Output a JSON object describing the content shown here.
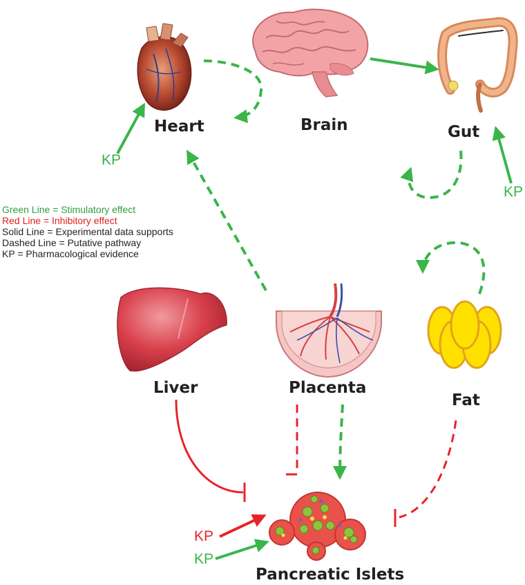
{
  "organs": {
    "heart": "Heart",
    "brain": "Brain",
    "gut": "Gut",
    "liver": "Liver",
    "placenta": "Placenta",
    "fat": "Fat",
    "islets": "Pancreatic Islets"
  },
  "kp_label": "KP",
  "legend": [
    {
      "text": "Green Line = Stimulatory effect",
      "color": "#2e9e3e"
    },
    {
      "text": "Red Line = Inhibitory effect",
      "color": "#e02020"
    },
    {
      "text": "Solid Line = Experimental data supports",
      "color": "#231f20"
    },
    {
      "text": "Dashed Line = Putative pathway",
      "color": "#231f20"
    },
    {
      "text": "KP = Pharmacological evidence",
      "color": "#231f20"
    }
  ],
  "colors": {
    "stimulatory": "#39b54a",
    "inhibitory": "#e8232a",
    "text": "#231f20"
  }
}
